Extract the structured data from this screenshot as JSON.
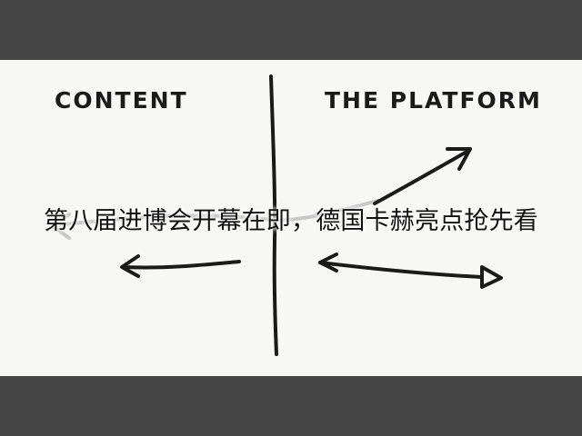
{
  "diagram": {
    "left_label": "CONTENT",
    "right_label": "THE PLATFORM"
  },
  "overlay": {
    "caption": "第八届进博会开幕在即，德国卡赫亮点抢先看"
  },
  "colors": {
    "background_bars": "#454545",
    "canvas": "#f7f7f6",
    "ink": "#1a1a1a",
    "faded_arrow": "#c8c8c8"
  }
}
